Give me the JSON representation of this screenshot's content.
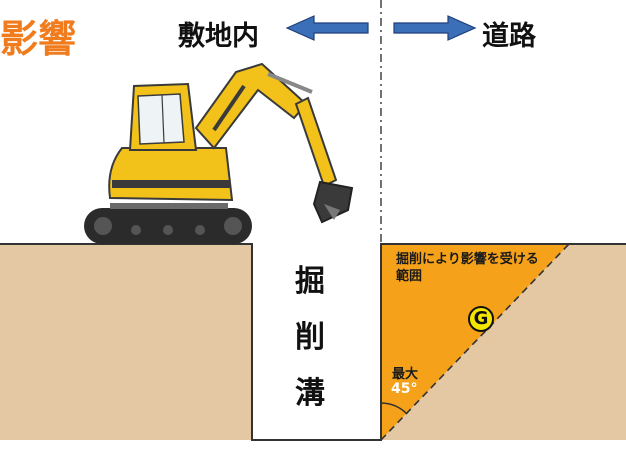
{
  "title_fragment": "影響",
  "direction": {
    "site": "敷地内",
    "road": "道路"
  },
  "trench": {
    "chars": [
      "掘",
      "削",
      "溝"
    ]
  },
  "zone": {
    "label": "掘削により影響を受ける範囲",
    "marker": "G",
    "max_label": "最大",
    "angle": "45°"
  },
  "colors": {
    "ground": "#e3c8a3",
    "zone": "#f5a21a",
    "arrow": "#3b6fb8",
    "excavator": "#f2c21a",
    "title": "#f07c1e"
  },
  "icons": [
    "excavator-icon",
    "arrow-left-icon",
    "arrow-right-icon",
    "g-marker-icon"
  ]
}
